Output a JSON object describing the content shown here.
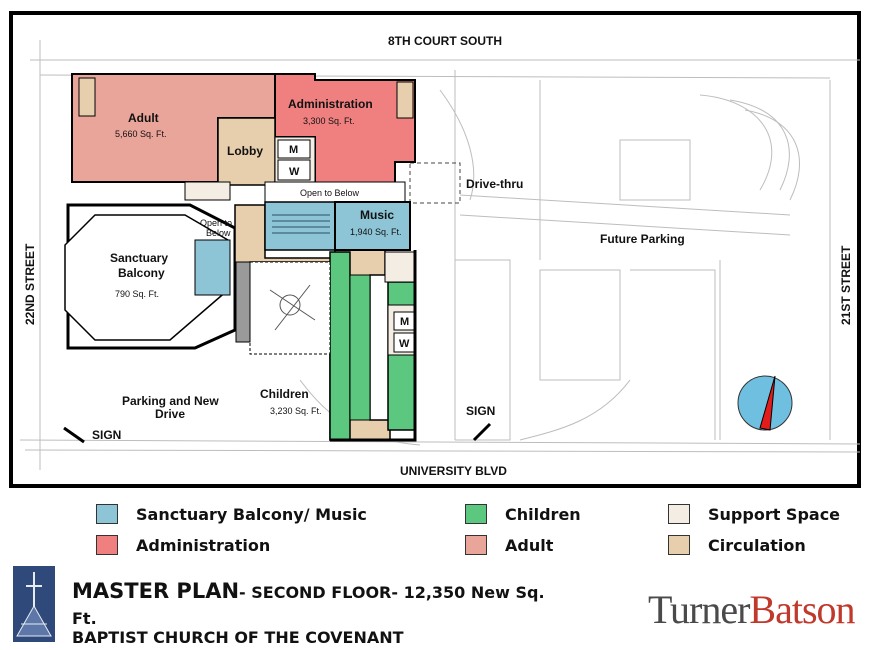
{
  "site_plan": {
    "streets": {
      "north": "8TH COURT SOUTH",
      "south": "UNIVERSITY BLVD",
      "west": "22ND STREET",
      "east": "21ST STREET"
    },
    "rooms": {
      "adult": {
        "name": "Adult",
        "area": "5,660 Sq. Ft."
      },
      "administration": {
        "name": "Administration",
        "area": "3,300 Sq. Ft."
      },
      "lobby": "Lobby",
      "men_upper": "M",
      "women_upper": "W",
      "open_to_below_top": "Open to Below",
      "open_to_below_left_1": "Open to",
      "open_to_below_left_2": "Below",
      "sanctuary_1": "Sanctuary",
      "sanctuary_2": "Balcony",
      "sanctuary_area": "790 Sq. Ft.",
      "music": {
        "name": "Music",
        "area": "1,940 Sq. Ft."
      },
      "men_lower": "M",
      "women_lower": "W",
      "children": {
        "name": "Children",
        "area": "3,230 Sq. Ft."
      },
      "parking_1": "Parking and New",
      "parking_2": "Drive",
      "drive_thru": "Drive-thru",
      "future_parking": "Future Parking",
      "sign_left": "SIGN",
      "sign_right": "SIGN"
    },
    "colors": {
      "sanctuary": "#8ec5d6",
      "administration": "#f08080",
      "children": "#5cc77f",
      "adult": "#eaa59a",
      "support": "#f3ede3",
      "circulation": "#e7cfae"
    }
  },
  "legend": [
    {
      "label": "Sanctuary Balcony/ Music",
      "color": "#8ec5d6"
    },
    {
      "label": "Administration",
      "color": "#f08080"
    },
    {
      "label": "Children",
      "color": "#5cc77f"
    },
    {
      "label": "Adult",
      "color": "#eaa59a"
    },
    {
      "label": "Support Space",
      "color": "#f3ede3"
    },
    {
      "label": "Circulation",
      "color": "#e7cfae"
    }
  ],
  "footer": {
    "title": "MASTER PLAN",
    "subtitle": "- SECOND FLOOR- 12,350 New Sq. Ft.",
    "church": "BAPTIST CHURCH OF THE COVENANT",
    "brand_part1": "Turner",
    "brand_part2": "Batson",
    "logo_icon": "church-logo-icon"
  }
}
